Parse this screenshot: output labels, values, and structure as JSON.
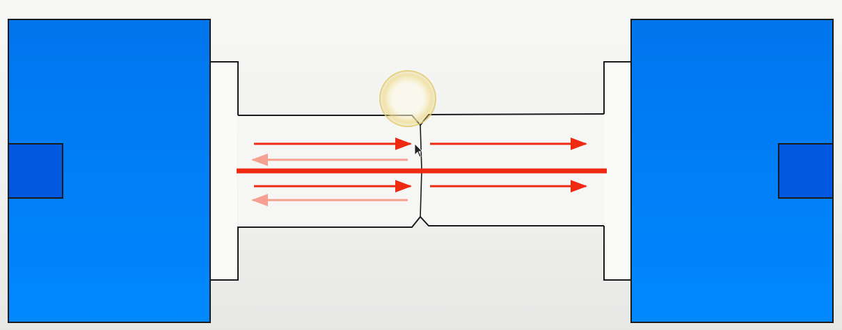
{
  "diagram": {
    "colors": {
      "block_top": "#0077ee",
      "block_bottom": "#0088ff",
      "insert": "#0055dd",
      "outline": "#1a1a1a",
      "axis_line": "#ee2a12",
      "arrow_strong": "#ee2a12",
      "arrow_faint": "#f08a7a",
      "highlight": "#f2e3a0",
      "background": "#f4f4f2"
    },
    "components": [
      "left-clamp-block",
      "right-clamp-block",
      "bolt-shaft",
      "notch-crack",
      "axis-line",
      "arrows",
      "cursor-highlight"
    ]
  }
}
